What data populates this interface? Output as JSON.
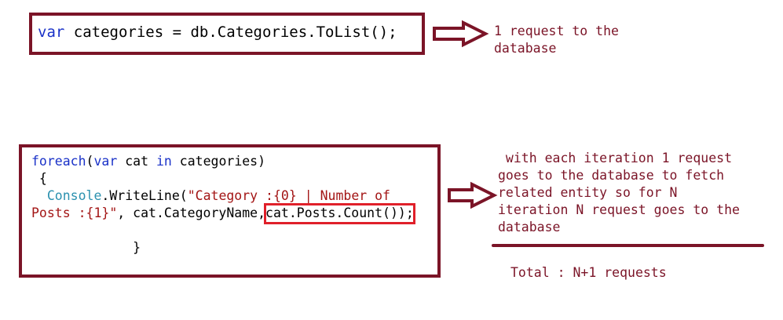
{
  "step1": {
    "code": {
      "kw": "var",
      "rest": " categories = db.Categories.ToList();"
    },
    "note_lines": [
      "1 request to the",
      "database"
    ]
  },
  "step2": {
    "code": {
      "line1_kw1": "foreach",
      "line1_p1": "(",
      "line1_kw2": "var",
      "line1_p2": " cat ",
      "line1_kw3": "in",
      "line1_p3": " categories)",
      "line2": " {",
      "line3_indent": "  ",
      "line3_cls": "Console",
      "line3_p1": ".WriteLine(",
      "line3_str": "\"Category :{0} | Number of",
      "line4_str": "Posts :{1}\"",
      "line4_p1": ", cat.CategoryName,",
      "line4_hl": "cat.Posts.Count());",
      "line5": "             }"
    },
    "note_lines": [
      " with each iteration 1 request",
      "goes to the database to fetch",
      "related entity so for N",
      "iteration N request goes to the",
      "database"
    ],
    "total": "Total : N+1 requests"
  },
  "colors": {
    "frame": "#7b1427",
    "keyword": "#1a32c8",
    "class": "#2b91af",
    "string": "#a31515",
    "highlight": "#e0202a"
  }
}
